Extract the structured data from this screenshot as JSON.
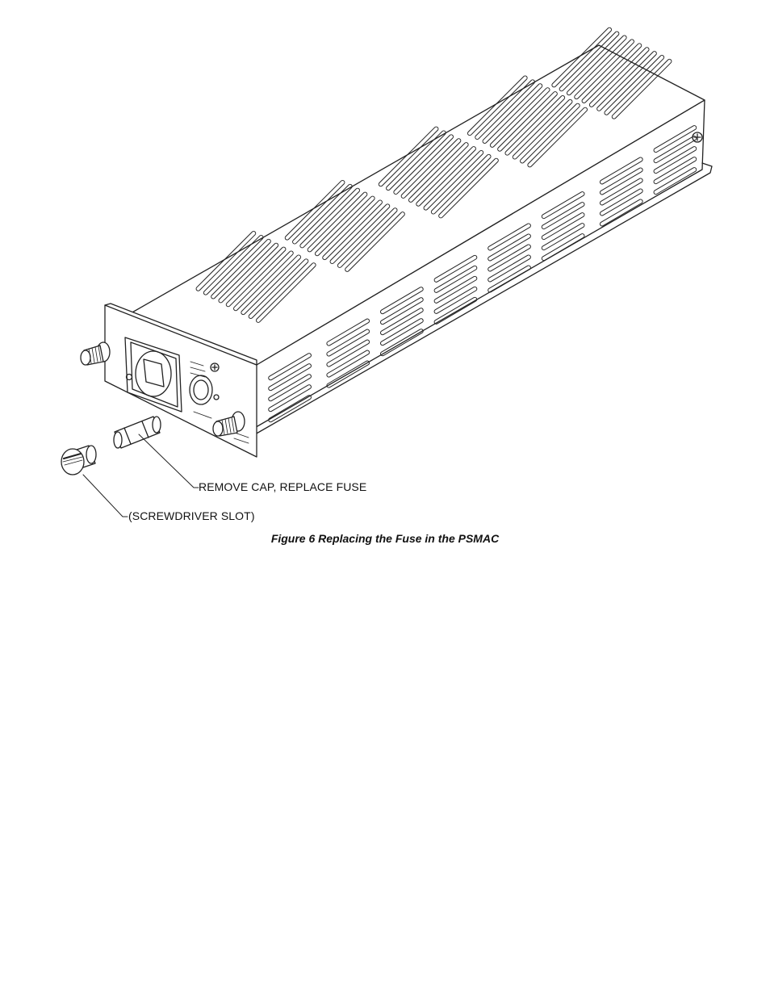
{
  "figure": {
    "callouts": {
      "fuse": "REMOVE CAP, REPLACE FUSE",
      "slot": "(SCREWDRIVER SLOT)"
    },
    "caption": "Figure 6 Replacing the Fuse in the PSMAC"
  }
}
